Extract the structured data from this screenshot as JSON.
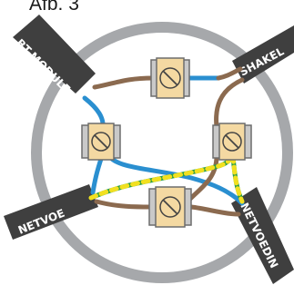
{
  "figure": {
    "caption": "Afb. 3"
  },
  "labels": {
    "bt_module": "BT-MODULE",
    "shakel": "SHAKEL",
    "netvoe": "NETVOE",
    "netvoedin": "NETVOEDIN"
  },
  "colors": {
    "box_ring": "#a6a8ab",
    "wire_brown": "#8b6a4f",
    "wire_blue": "#2a8fd0",
    "wire_earth_green": "#2a9e46",
    "wire_earth_yellow": "#f2e020",
    "connector_body": "#f4d9a2",
    "connector_frame": "#c9c9c9",
    "cable_sheath": "#3f3f3f",
    "label_text": "#ffffff"
  },
  "components": {
    "connectors": [
      "top-connector",
      "left-connector",
      "right-connector",
      "bottom-connector"
    ],
    "cables": [
      "bt-module-cable",
      "shakel-cable",
      "netvoe-cable",
      "netvoedin-cable"
    ]
  }
}
